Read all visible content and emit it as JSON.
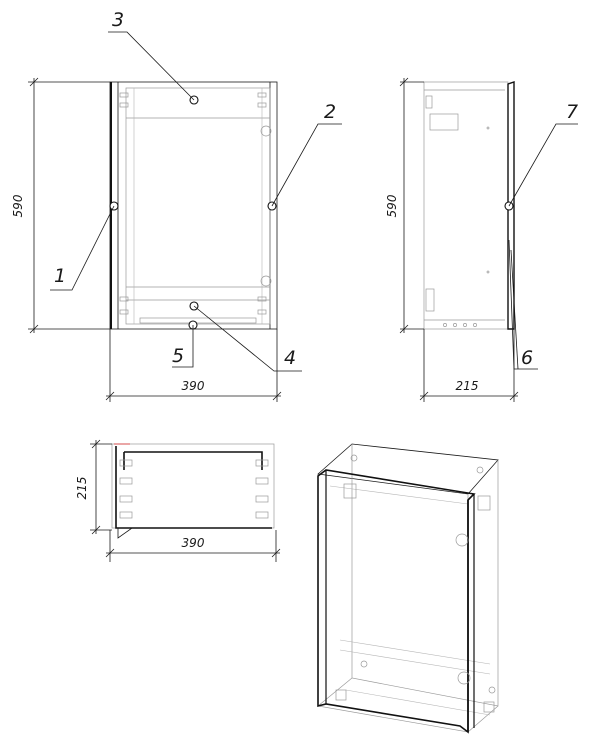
{
  "front_view": {
    "dimensions": {
      "width": "390",
      "height": "590"
    },
    "callouts": {
      "c1": "1",
      "c2": "2",
      "c3": "3",
      "c4": "4",
      "c5": "5"
    }
  },
  "side_view": {
    "dimensions": {
      "depth": "215",
      "height": "590"
    },
    "callouts": {
      "c6": "6",
      "c7": "7"
    }
  },
  "top_view": {
    "dimensions": {
      "width": "390",
      "depth": "215"
    }
  }
}
